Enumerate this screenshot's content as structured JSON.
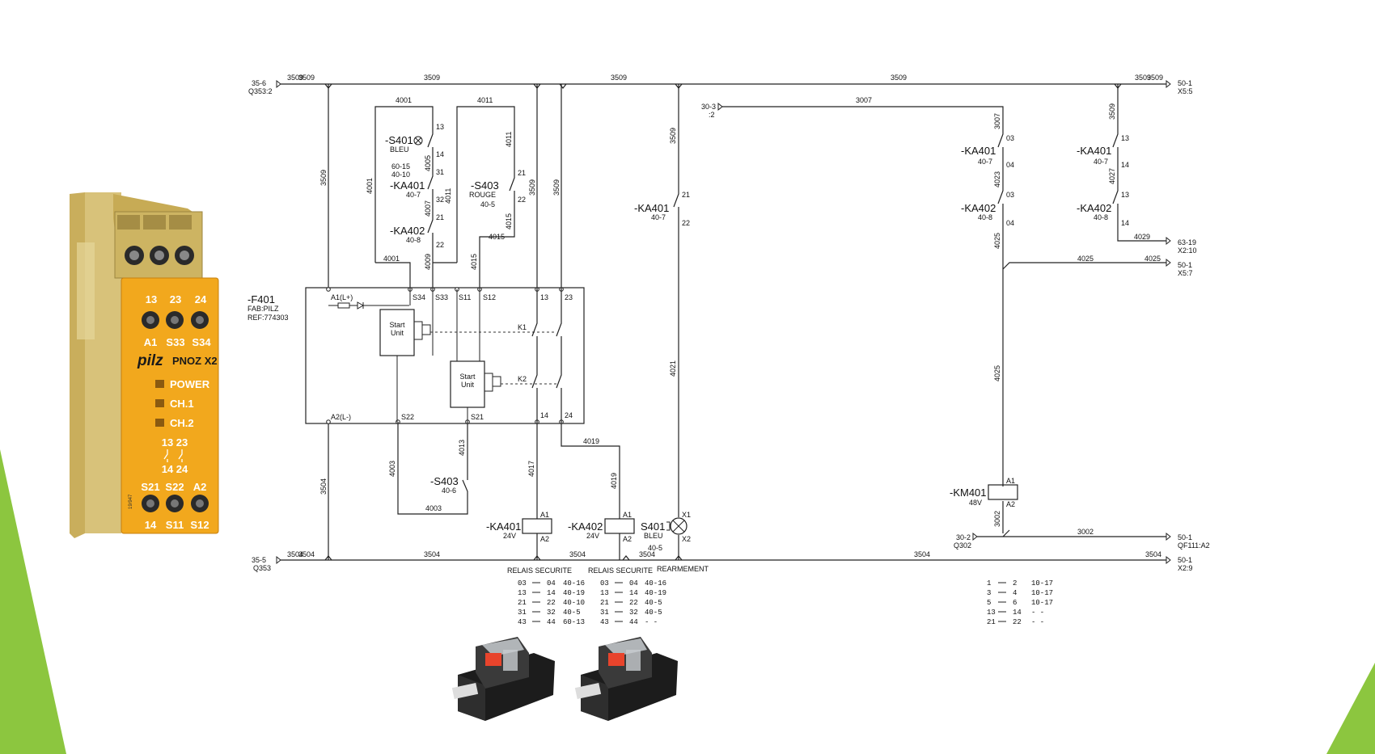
{
  "colors": {
    "accent_green": "#8cc63f",
    "relay_yellow": "#f2a81d",
    "housing_khaki": "#d8c27a",
    "base_black": "#1c1c1c"
  },
  "pilz": {
    "top_terms": [
      "13",
      "23",
      "24"
    ],
    "row1": [
      "A1",
      "S33",
      "S34"
    ],
    "logo": "pilz",
    "model": "PNOZ X2",
    "leds": [
      "POWER",
      "CH.1",
      "CH.2"
    ],
    "contact_top": "13 23",
    "contact_bot": "14 24",
    "bottom_terms": [
      "S21",
      "S22",
      "A2"
    ],
    "bottom_row": [
      "14",
      "S11",
      "S12"
    ],
    "side_code": "19/947"
  },
  "schematic": {
    "rail_top_left_ref": "35-6",
    "rail_top_left_ref2": "Q353:2",
    "rail_top_left_num": "3509",
    "rail_top_right_ref": "50-1",
    "rail_top_right_ref2": "X5:5",
    "rail_bot_left_ref": "35-5",
    "rail_bot_left_ref2": "Q353",
    "rail_bot_left_num": "3504",
    "rail_bot_right_ref": "50-1",
    "rail_bot_right_ref2": "X2:9",
    "num_3509": "3509",
    "num_3504": "3504",
    "num_4001": "4001",
    "num_4011": "4011",
    "num_4005": "4005",
    "num_4007": "4007",
    "num_4009": "4009",
    "num_4015": "4015",
    "num_4003": "4003",
    "num_4013": "4013",
    "num_4017": "4017",
    "num_4019": "4019",
    "num_4021": "4021",
    "num_4023": "4023",
    "num_4025": "4025",
    "num_4027": "4027",
    "num_4029": "4029",
    "num_3007": "3007",
    "num_3002": "3002",
    "s401": "-S401",
    "s401_sub": "BLEU",
    "s401_ref": "60-15",
    "s401_ref2": "40-10",
    "s403": "-S403",
    "s403_sub": "ROUGE",
    "s403_ref": "40-5",
    "s403b": "-S403",
    "s403b_ref": "40-6",
    "ka401": "-KA401",
    "ka402": "-KA402",
    "ref_40_7": "40-7",
    "ref_40_8": "40-8",
    "f401": "-F401",
    "f401_fab": "FAB:PILZ",
    "f401_ref": "REF:774303",
    "start_unit_1": "Start",
    "start_unit_2": "Unit",
    "k1": "K1",
    "k2": "K2",
    "term_a1": "A1(L+)",
    "term_a2": "A2(L-)",
    "term_s34": "S34",
    "term_s33": "S33",
    "term_s11": "S11",
    "term_s12": "S12",
    "term_13": "13",
    "term_23": "23",
    "term_14": "14",
    "term_24": "24",
    "term_s22": "S22",
    "term_s21": "S21",
    "coil_a1": "A1",
    "coil_a2": "A2",
    "v24": "24V",
    "v48": "48V",
    "km401": "-KM401",
    "s401_lamp": "S401",
    "s401_lamp_sub": "BLEU",
    "s401_lamp_ref": "40-5",
    "x1": "X1",
    "x2": "X2",
    "c13": "13",
    "c14": "14",
    "c31": "31",
    "c32": "32",
    "c21": "21",
    "c22": "22",
    "c03": "03",
    "c04": "04",
    "ref_30_3": "30-3",
    "ref_30_3b": ":2",
    "ref_30_2": "30-2",
    "ref_q302": "Q302",
    "ref_63_19": "63-19",
    "ref_x2_10": "X2:10",
    "ref_50_1": "50-1",
    "ref_x5_7": "X5:7",
    "ref_qf111": "QF111:A2",
    "relais1": "RELAIS SECURITE",
    "relais2": "RELAIS SECURITE",
    "rearmement": "REARMEMENT",
    "table1": [
      [
        "03",
        "04",
        "40-16"
      ],
      [
        "13",
        "14",
        "40-19"
      ],
      [
        "21",
        "22",
        "40-10"
      ],
      [
        "31",
        "32",
        "40-5"
      ],
      [
        "43",
        "44",
        "60-13"
      ]
    ],
    "table2": [
      [
        "03",
        "04",
        "40-16"
      ],
      [
        "13",
        "14",
        "40-19"
      ],
      [
        "21",
        "22",
        "40-5"
      ],
      [
        "31",
        "32",
        "40-5"
      ],
      [
        "43",
        "44",
        "- -"
      ]
    ],
    "table3": [
      [
        "1",
        "2",
        "10-17"
      ],
      [
        "3",
        "4",
        "10-17"
      ],
      [
        "5",
        "6",
        "10-17"
      ],
      [
        "13",
        "14",
        "- -"
      ],
      [
        "21",
        "22",
        "- -"
      ]
    ]
  }
}
